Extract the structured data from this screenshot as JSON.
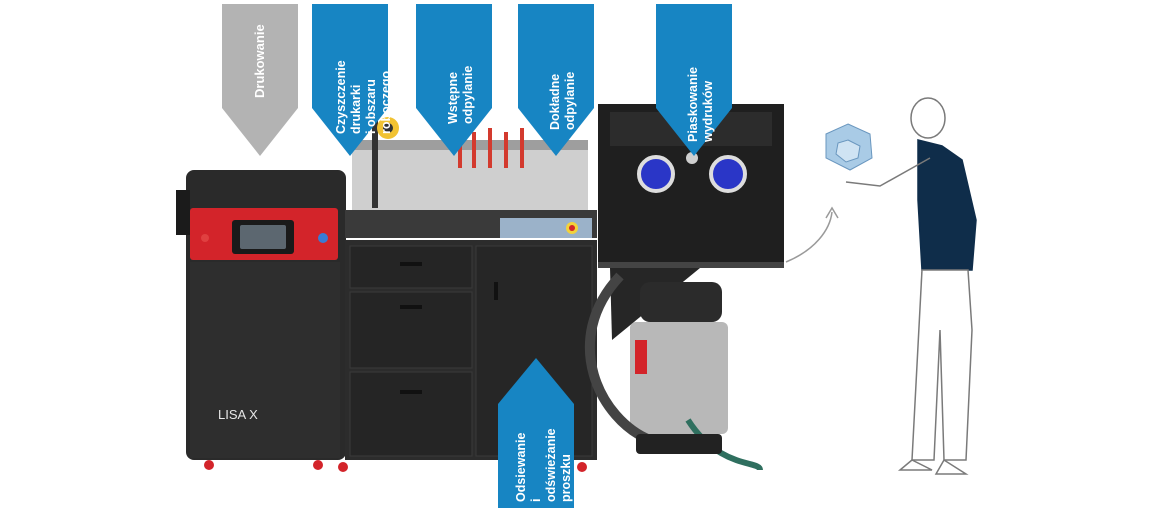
{
  "stages": {
    "printing": "Drukowanie",
    "cleaning": "Czyszczenie drukarki\ni obszaru roboczego",
    "pre_depowder": "Wstępne odpylanie",
    "fine_depowder": "Dokładne odpylanie",
    "sandblast": "Piaskowanie wydruków",
    "sieving": "Odsiewanie\ni odświeżanie\nproszku"
  },
  "printer_brand": "LISA X",
  "colors": {
    "ribbon_blue": "#1785c3",
    "ribbon_grey": "#b3b3b3",
    "machine_black": "#262626",
    "accent_red": "#d3242a"
  }
}
